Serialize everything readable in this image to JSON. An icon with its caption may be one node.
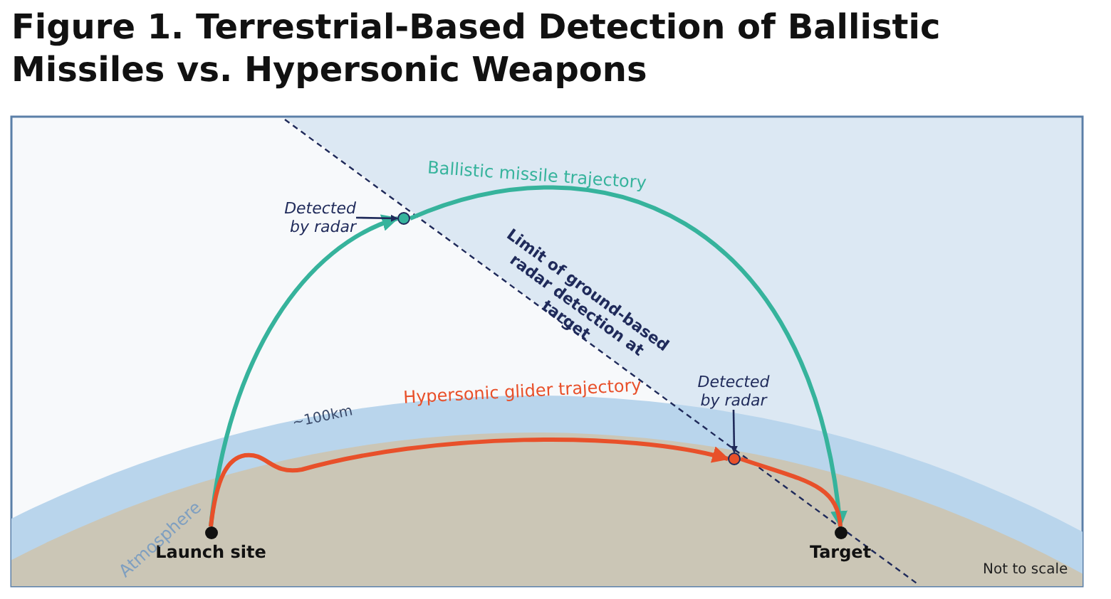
{
  "diagram": {
    "title": "Figure 1. Terrestrial-Based Detection of Ballistic Missiles vs. Hypersonic Weapons",
    "nodes": [
      {
        "text": [
          "Launch site"
        ]
      },
      {
        "text": [
          "Target"
        ]
      },
      {
        "text": [],
        "shape": "circle"
      },
      {
        "text": [],
        "shape": "circle"
      },
      {
        "text": [
          "Detected by radar"
        ]
      },
      {
        "text": [
          "Detected by radar"
        ]
      }
    ],
    "edges": [
      {
        "from": 0,
        "to": 2,
        "arrow": "to",
        "color": "#36b39c"
      },
      {
        "from": 2,
        "to": 1,
        "arrow": "to",
        "label": "Ballistic missile trajectory",
        "color": "#36b39c"
      },
      {
        "from": 0,
        "to": 3,
        "arrow": "to",
        "label": "Hypersonic glider trajectory",
        "color": "#e8502a"
      },
      {
        "from": 3,
        "to": 1,
        "arrow": "none",
        "color": "#e8502a"
      },
      {
        "from": 4,
        "to": 2,
        "arrow": "to",
        "color": "#1f2a5a"
      },
      {
        "from": 5,
        "to": 3,
        "arrow": "to",
        "color": "#1f2a5a"
      }
    ],
    "labels": [
      "Limit of ground-based radar detection at target",
      "~100km",
      "Atmosphere",
      "Not to scale"
    ]
  }
}
